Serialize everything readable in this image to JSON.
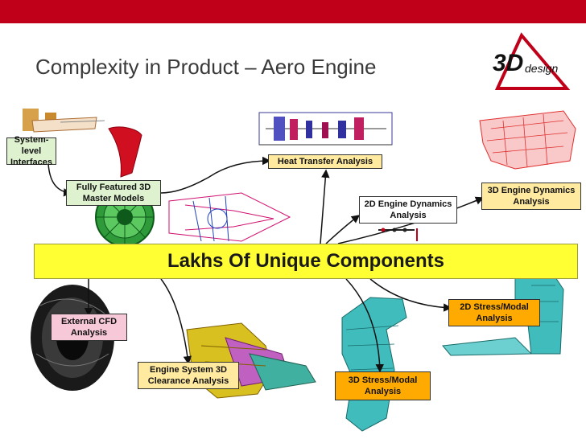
{
  "slide": {
    "title": "Complexity in Product – Aero Engine",
    "logo_text": "3D",
    "logo_subtext": "design",
    "banner": "Lakhs Of Unique Components"
  },
  "labels": {
    "system_level": "System-level Interfaces",
    "master_models": "Fully Featured 3D Master Models",
    "heat_transfer": "Heat Transfer Analysis",
    "engine_dyn_2d": "2D Engine Dynamics Analysis",
    "engine_dyn_3d": "3D Engine Dynamics Analysis",
    "external_cfd": "External CFD Analysis",
    "clearance": "Engine System 3D Clearance Analysis",
    "stress_3d": "3D Stress/Modal Analysis",
    "stress_2d": "2D Stress/Modal Analysis"
  },
  "colors": {
    "top_bar": "#c00018",
    "banner": "#ffff33",
    "label_green": "#dff2d0",
    "label_pink": "#f7c8d8",
    "label_yellow": "#ffeaa0",
    "label_orange": "#ffaa00"
  }
}
